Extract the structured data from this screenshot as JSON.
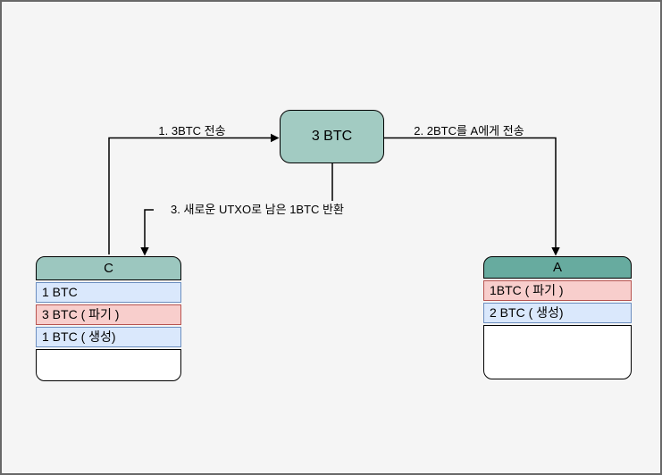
{
  "canvas": {
    "background_color": "#f5f5f5",
    "border_color": "#686868"
  },
  "diagram": {
    "central_node": {
      "label": "3 BTC",
      "fill_color": "#a2cbc2"
    },
    "edges": [
      {
        "id": "1",
        "label": "1. 3BTC 전송",
        "from": "C",
        "to": "central-node"
      },
      {
        "id": "2",
        "label": "2. 2BTC를 A에게 전송",
        "from": "central-node",
        "to": "A"
      },
      {
        "id": "3",
        "label": "3. 새로운 UTXO로 남은 1BTC 반환",
        "from": "central-node",
        "to": "C"
      }
    ],
    "tables": {
      "c": {
        "title": "C",
        "header_fill": "#9cc7bf",
        "rows": [
          {
            "text": "1 BTC",
            "type": "blue"
          },
          {
            "text": "3 BTC  ( 파기 )",
            "type": "pink"
          },
          {
            "text": "1 BTC ( 생성)",
            "type": "blue"
          }
        ]
      },
      "a": {
        "title": "A",
        "header_fill": "#67ab9f",
        "rows": [
          {
            "text": "1BTC  ( 파기 )",
            "type": "pink"
          },
          {
            "text": "2 BTC ( 생성)",
            "type": "blue"
          }
        ]
      }
    },
    "palette": {
      "blue_fill": "#dae8fc",
      "blue_border": "#6c8ebf",
      "pink_fill": "#f8cecc",
      "pink_border": "#b85450",
      "line_color": "#000000"
    }
  }
}
